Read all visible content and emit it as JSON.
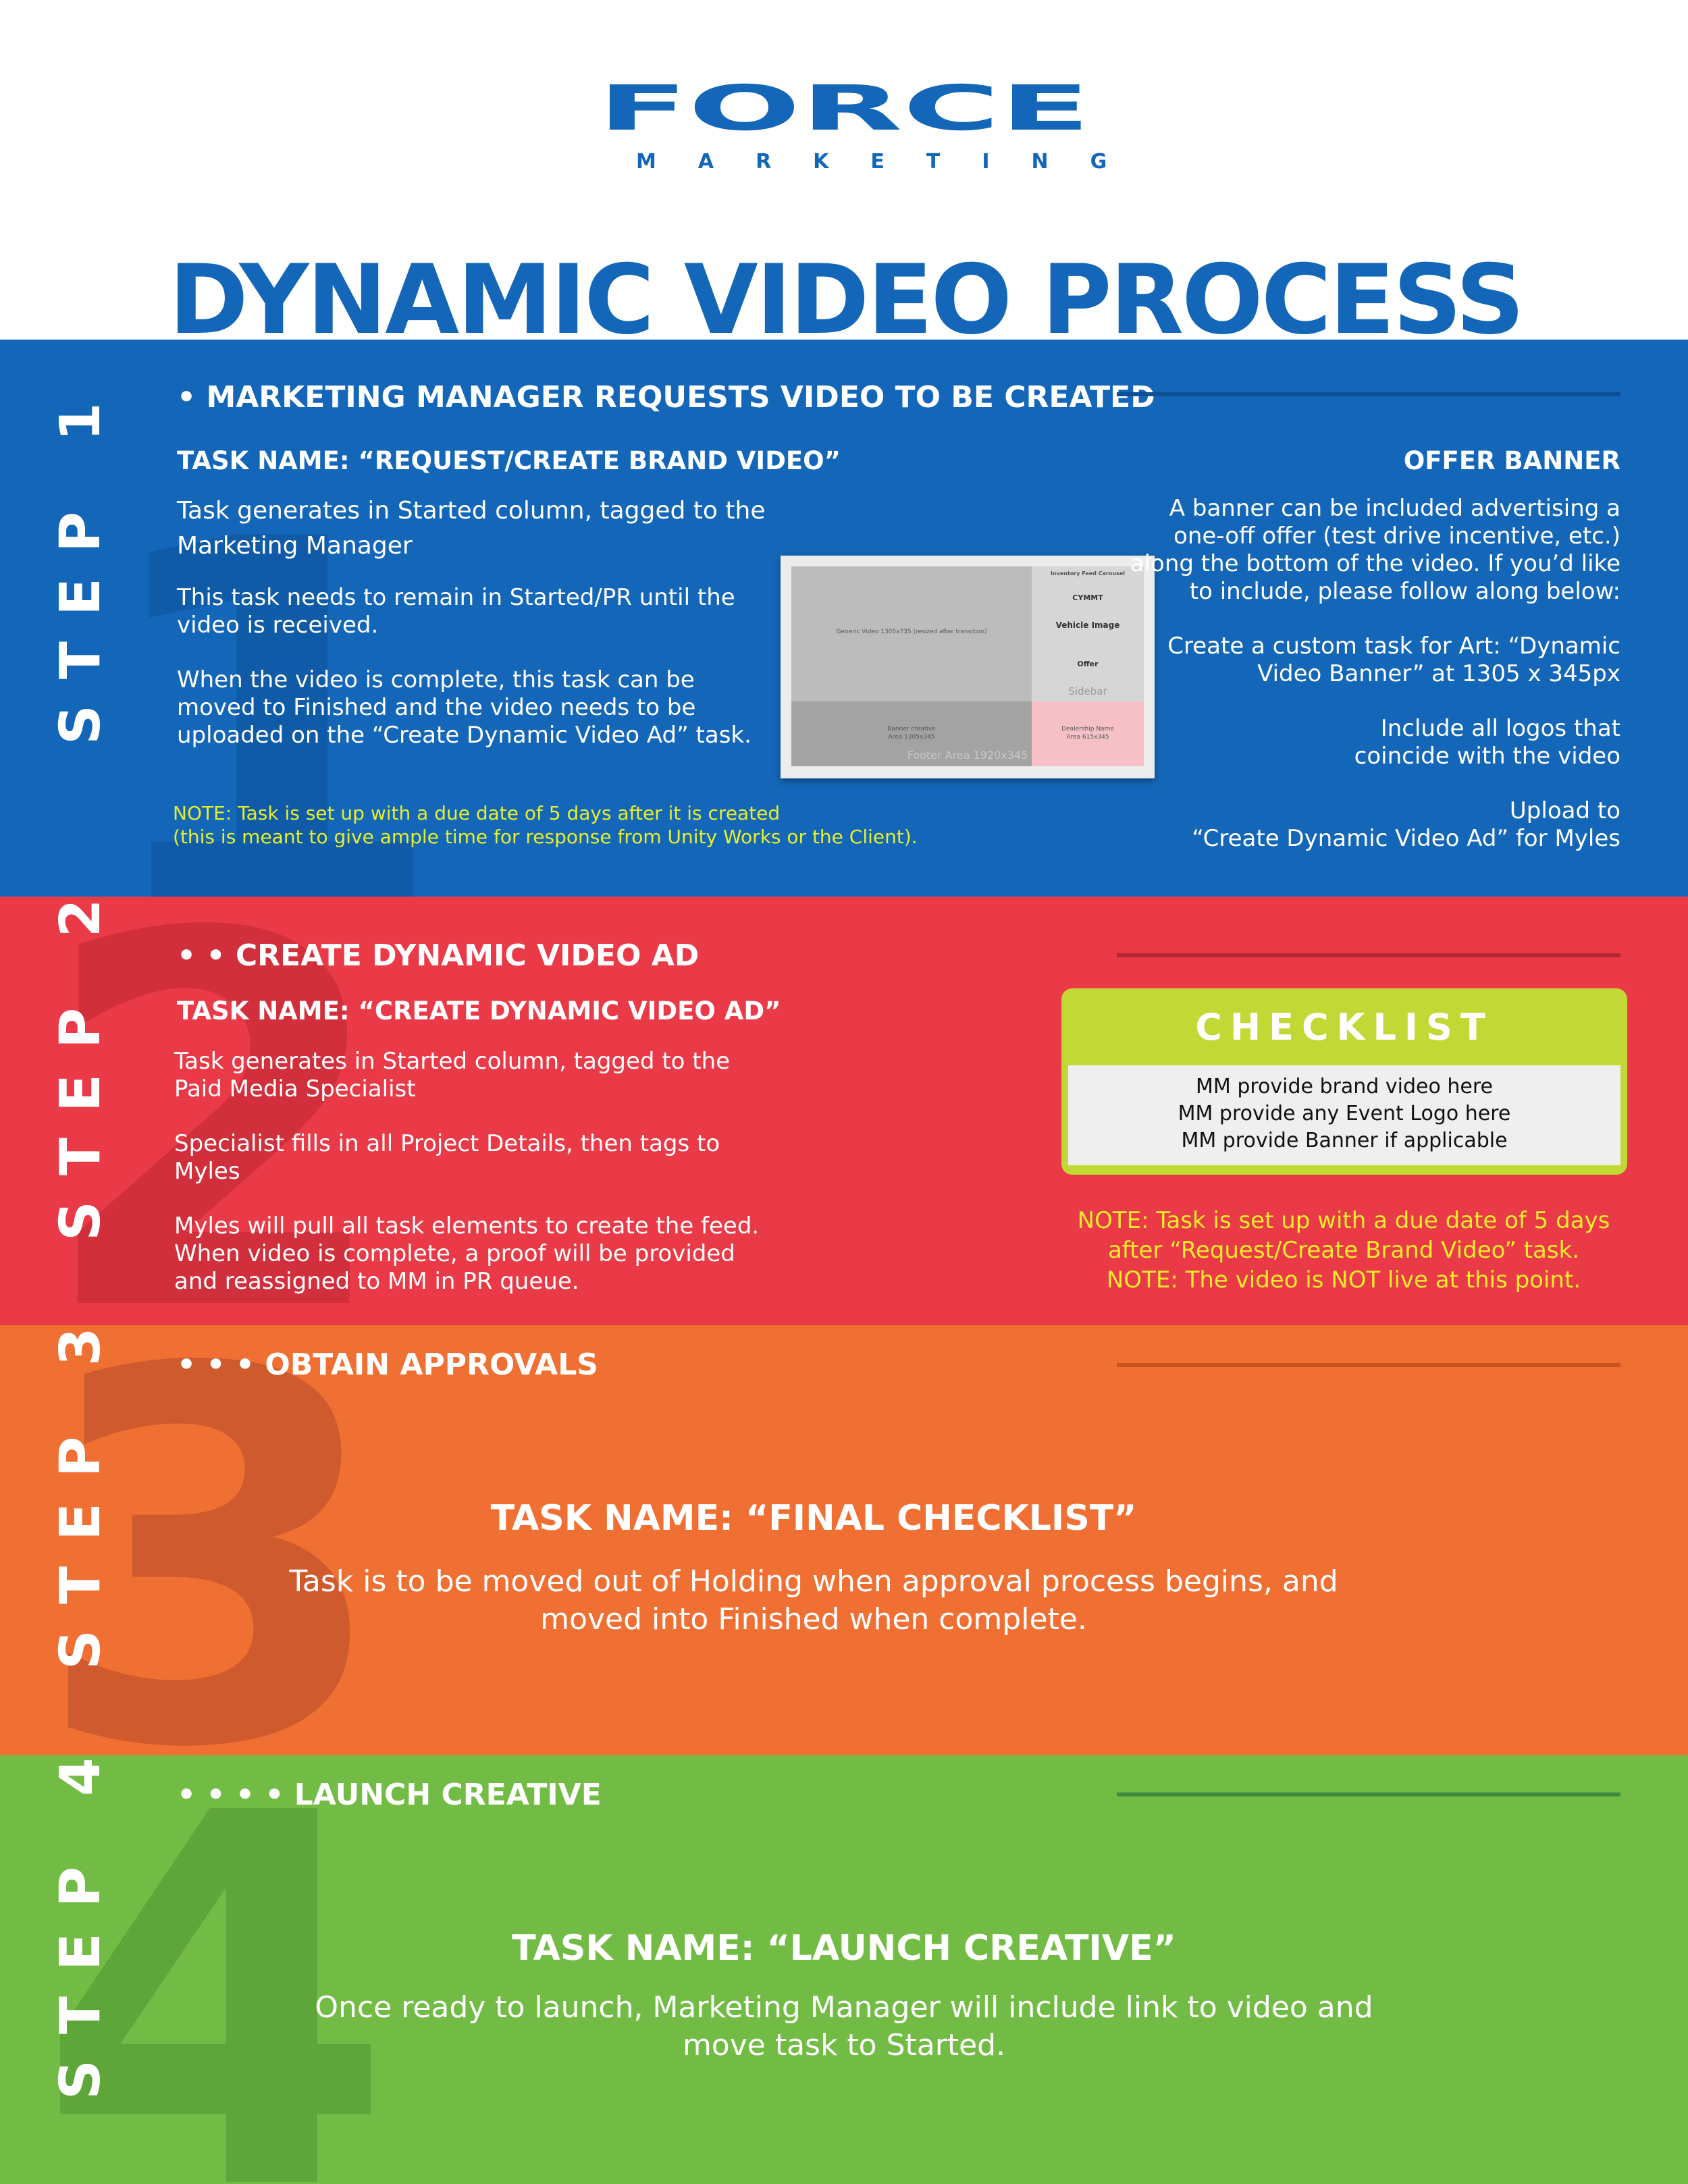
{
  "brand": {
    "name": "FORCE",
    "tagline": "MARKETING",
    "color": "#1467b8"
  },
  "title": "DYNAMIC VIDEO PROCESS",
  "colors": {
    "step1": "#1467b8",
    "step2": "#ea3a47",
    "step3": "#f07034",
    "step4": "#72bc45",
    "note_yellow": "#e6ef2a",
    "checklist_green": "#c1d835"
  },
  "step1": {
    "label": "STEP 1",
    "number": "1",
    "heading": "• MARKETING MANAGER REQUESTS VIDEO TO BE CREATED",
    "task_name": "TASK NAME: “REQUEST/CREATE BRAND VIDEO”",
    "paragraphs": [
      "Task generates in Started column, tagged to the Marketing Manager",
      "This task needs to remain in Started/PR until the video is received.",
      "When the video is complete, this task can be moved to Finished and the video needs to be uploaded on the “Create Dynamic Video Ad” task."
    ],
    "note_lines": [
      "NOTE: Task is set up with a due date of 5 days after it is created",
      "(this is meant to give ample time for response from Unity Works or the Client)."
    ],
    "thumbnail": {
      "generic_video": "Generic Video 1305x735 (resized after transition)",
      "inventory_feed": "Inventory Feed Carousel",
      "cymmt": "CYMMT",
      "vehicle_image": "Vehicle Image",
      "offer": "Offer",
      "sidebar": "Sidebar",
      "banner_creative": "Banner creative",
      "banner_area": "Area 1305x345",
      "footer_area": "Footer Area 1920x345",
      "dealership_name": "Dealership Name",
      "dealership_area": "Area 615x345"
    },
    "offer_banner": {
      "title": "OFFER BANNER",
      "para1": [
        "A banner can be included advertising a",
        "one-off offer (test drive incentive, etc.)",
        "along the bottom of the video. If you’d like",
        "to include, please follow along below:"
      ],
      "para2": [
        "Create a custom task for Art: “Dynamic",
        "Video Banner” at 1305 x 345px"
      ],
      "para3": [
        "Include all logos that",
        "coincide with the video"
      ],
      "para4": [
        "Upload to",
        "“Create Dynamic Video Ad” for Myles"
      ]
    }
  },
  "step2": {
    "label": "STEP 2",
    "number": "2",
    "heading": "• • CREATE DYNAMIC VIDEO AD",
    "task_name": "TASK NAME: “CREATE DYNAMIC VIDEO AD”",
    "paragraphs": [
      [
        "Task generates in Started column, tagged to the",
        "Paid Media Specialist"
      ],
      [
        "Specialist fills in all Project Details, then tags to",
        "Myles"
      ],
      [
        "Myles will pull all task elements to create the feed.",
        "When video is complete, a proof will be provided",
        "and reassigned to MM in PR queue."
      ]
    ],
    "checklist": {
      "title": "CHECKLIST",
      "items": [
        "MM provide brand video here",
        "MM provide any Event Logo here",
        "MM provide Banner if applicable"
      ]
    },
    "note_lines": [
      "NOTE: Task is set up with a due date of 5 days",
      "after “Request/Create Brand Video” task.",
      "NOTE: The video is NOT live at this point."
    ]
  },
  "step3": {
    "label": "STEP 3",
    "number": "3",
    "heading": "• • • OBTAIN APPROVALS",
    "task_name": "TASK NAME: “FINAL CHECKLIST”",
    "body_lines": [
      "Task is to be moved out of Holding when approval process begins, and",
      "moved into Finished when complete."
    ]
  },
  "step4": {
    "label": "STEP 4",
    "number": "4",
    "heading": "• • • • LAUNCH CREATIVE",
    "task_name": "TASK NAME: “LAUNCH CREATIVE”",
    "body_lines": [
      "Once ready to launch, Marketing Manager will include link to video and",
      "move task to Started."
    ]
  }
}
